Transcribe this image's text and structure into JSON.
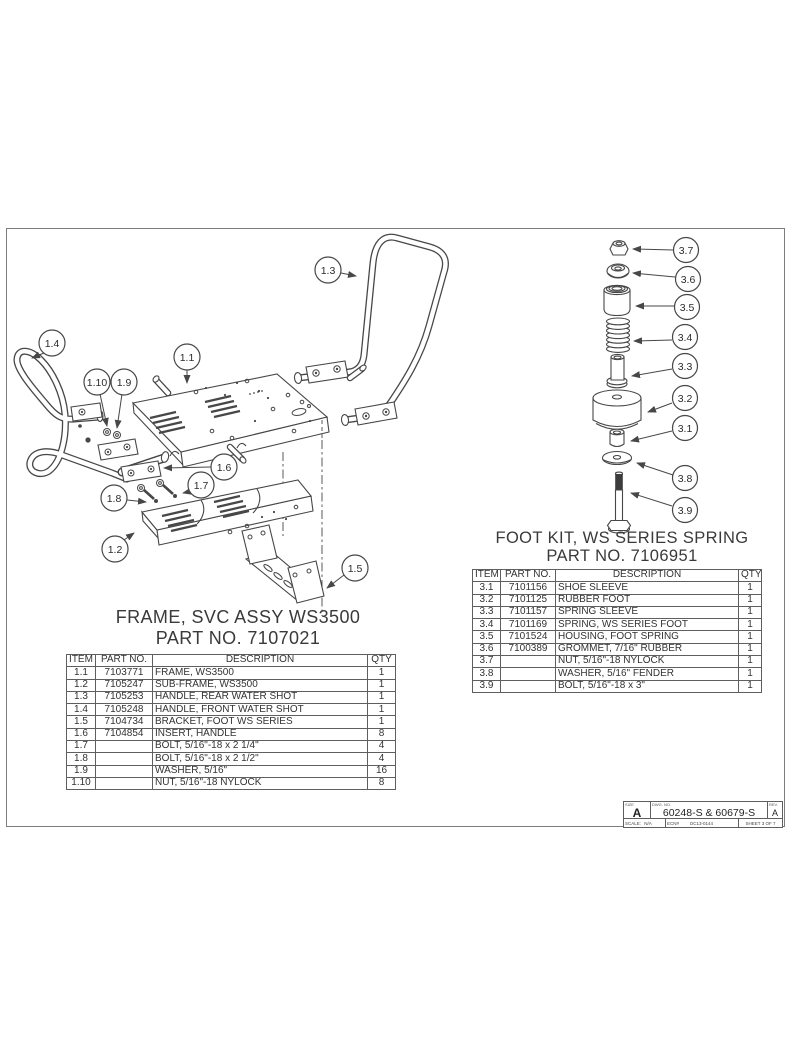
{
  "frame_assembly": {
    "title": "FRAME, SVC ASSY WS3500",
    "subtitle": "PART NO. 7107021",
    "balloons": {
      "b1_1": "1.1",
      "b1_2": "1.2",
      "b1_3": "1.3",
      "b1_4": "1.4",
      "b1_5": "1.5",
      "b1_6": "1.6",
      "b1_7": "1.7",
      "b1_8": "1.8",
      "b1_9": "1.9",
      "b1_10": "1.10"
    },
    "table": {
      "headers": [
        "ITEM",
        "PART NO.",
        "DESCRIPTION",
        "QTY"
      ],
      "rows": [
        {
          "item": "1.1",
          "part_no": "7103771",
          "description": "FRAME, WS3500",
          "qty": "1"
        },
        {
          "item": "1.2",
          "part_no": "7105247",
          "description": "SUB-FRAME, WS3500",
          "qty": "1"
        },
        {
          "item": "1.3",
          "part_no": "7105253",
          "description": "HANDLE, REAR WATER SHOT",
          "qty": "1"
        },
        {
          "item": "1.4",
          "part_no": "7105248",
          "description": "HANDLE, FRONT WATER SHOT",
          "qty": "1"
        },
        {
          "item": "1.5",
          "part_no": "7104734",
          "description": "BRACKET, FOOT WS SERIES",
          "qty": "1"
        },
        {
          "item": "1.6",
          "part_no": "7104854",
          "description": "INSERT, HANDLE",
          "qty": "8"
        },
        {
          "item": "1.7",
          "part_no": "",
          "description": "BOLT, 5/16\"-18 x 2 1/4\"",
          "qty": "4"
        },
        {
          "item": "1.8",
          "part_no": "",
          "description": "BOLT, 5/16\"-18 x 2 1/2\"",
          "qty": "4"
        },
        {
          "item": "1.9",
          "part_no": "",
          "description": "WASHER, 5/16\"",
          "qty": "16"
        },
        {
          "item": "1.10",
          "part_no": "",
          "description": "NUT, 5/16\"-18 NYLOCK",
          "qty": "8"
        }
      ]
    }
  },
  "foot_kit": {
    "title": "FOOT KIT, WS SERIES SPRING",
    "subtitle": "PART NO. 7106951",
    "balloons": {
      "b3_1": "3.1",
      "b3_2": "3.2",
      "b3_3": "3.3",
      "b3_4": "3.4",
      "b3_5": "3.5",
      "b3_6": "3.6",
      "b3_7": "3.7",
      "b3_8": "3.8",
      "b3_9": "3.9"
    },
    "table": {
      "headers": [
        "ITEM",
        "PART NO.",
        "DESCRIPTION",
        "QTY"
      ],
      "rows": [
        {
          "item": "3.1",
          "part_no": "7101156",
          "description": "SHOE SLEEVE",
          "qty": "1"
        },
        {
          "item": "3.2",
          "part_no": "7101125",
          "description": "RUBBER FOOT",
          "qty": "1"
        },
        {
          "item": "3.3",
          "part_no": "7101157",
          "description": "SPRING SLEEVE",
          "qty": "1"
        },
        {
          "item": "3.4",
          "part_no": "7101169",
          "description": "SPRING, WS SERIES FOOT",
          "qty": "1"
        },
        {
          "item": "3.5",
          "part_no": "7101524",
          "description": "HOUSING, FOOT SPRING",
          "qty": "1"
        },
        {
          "item": "3.6",
          "part_no": "7100389",
          "description": "GROMMET, 7/16\" RUBBER",
          "qty": "1"
        },
        {
          "item": "3.7",
          "part_no": "",
          "description": "NUT, 5/16\"-18 NYLOCK",
          "qty": "1"
        },
        {
          "item": "3.8",
          "part_no": "",
          "description": "WASHER, 5/16\" FENDER",
          "qty": "1"
        },
        {
          "item": "3.9",
          "part_no": "",
          "description": "BOLT, 5/16\"-18 x 3\"",
          "qty": "1"
        }
      ]
    }
  },
  "title_block": {
    "size_label": "SIZE",
    "size": "A",
    "dwg_label": "DWG. NO.",
    "dwg_no": "60248-S & 60679-S",
    "rev_label": "REV.",
    "rev": "A",
    "scale_label": "SCALE:",
    "scale": "N/A",
    "ecn_label": "ECN#",
    "ecn": "DC13-0144",
    "sheet": "SHEET 3 OF 7"
  }
}
